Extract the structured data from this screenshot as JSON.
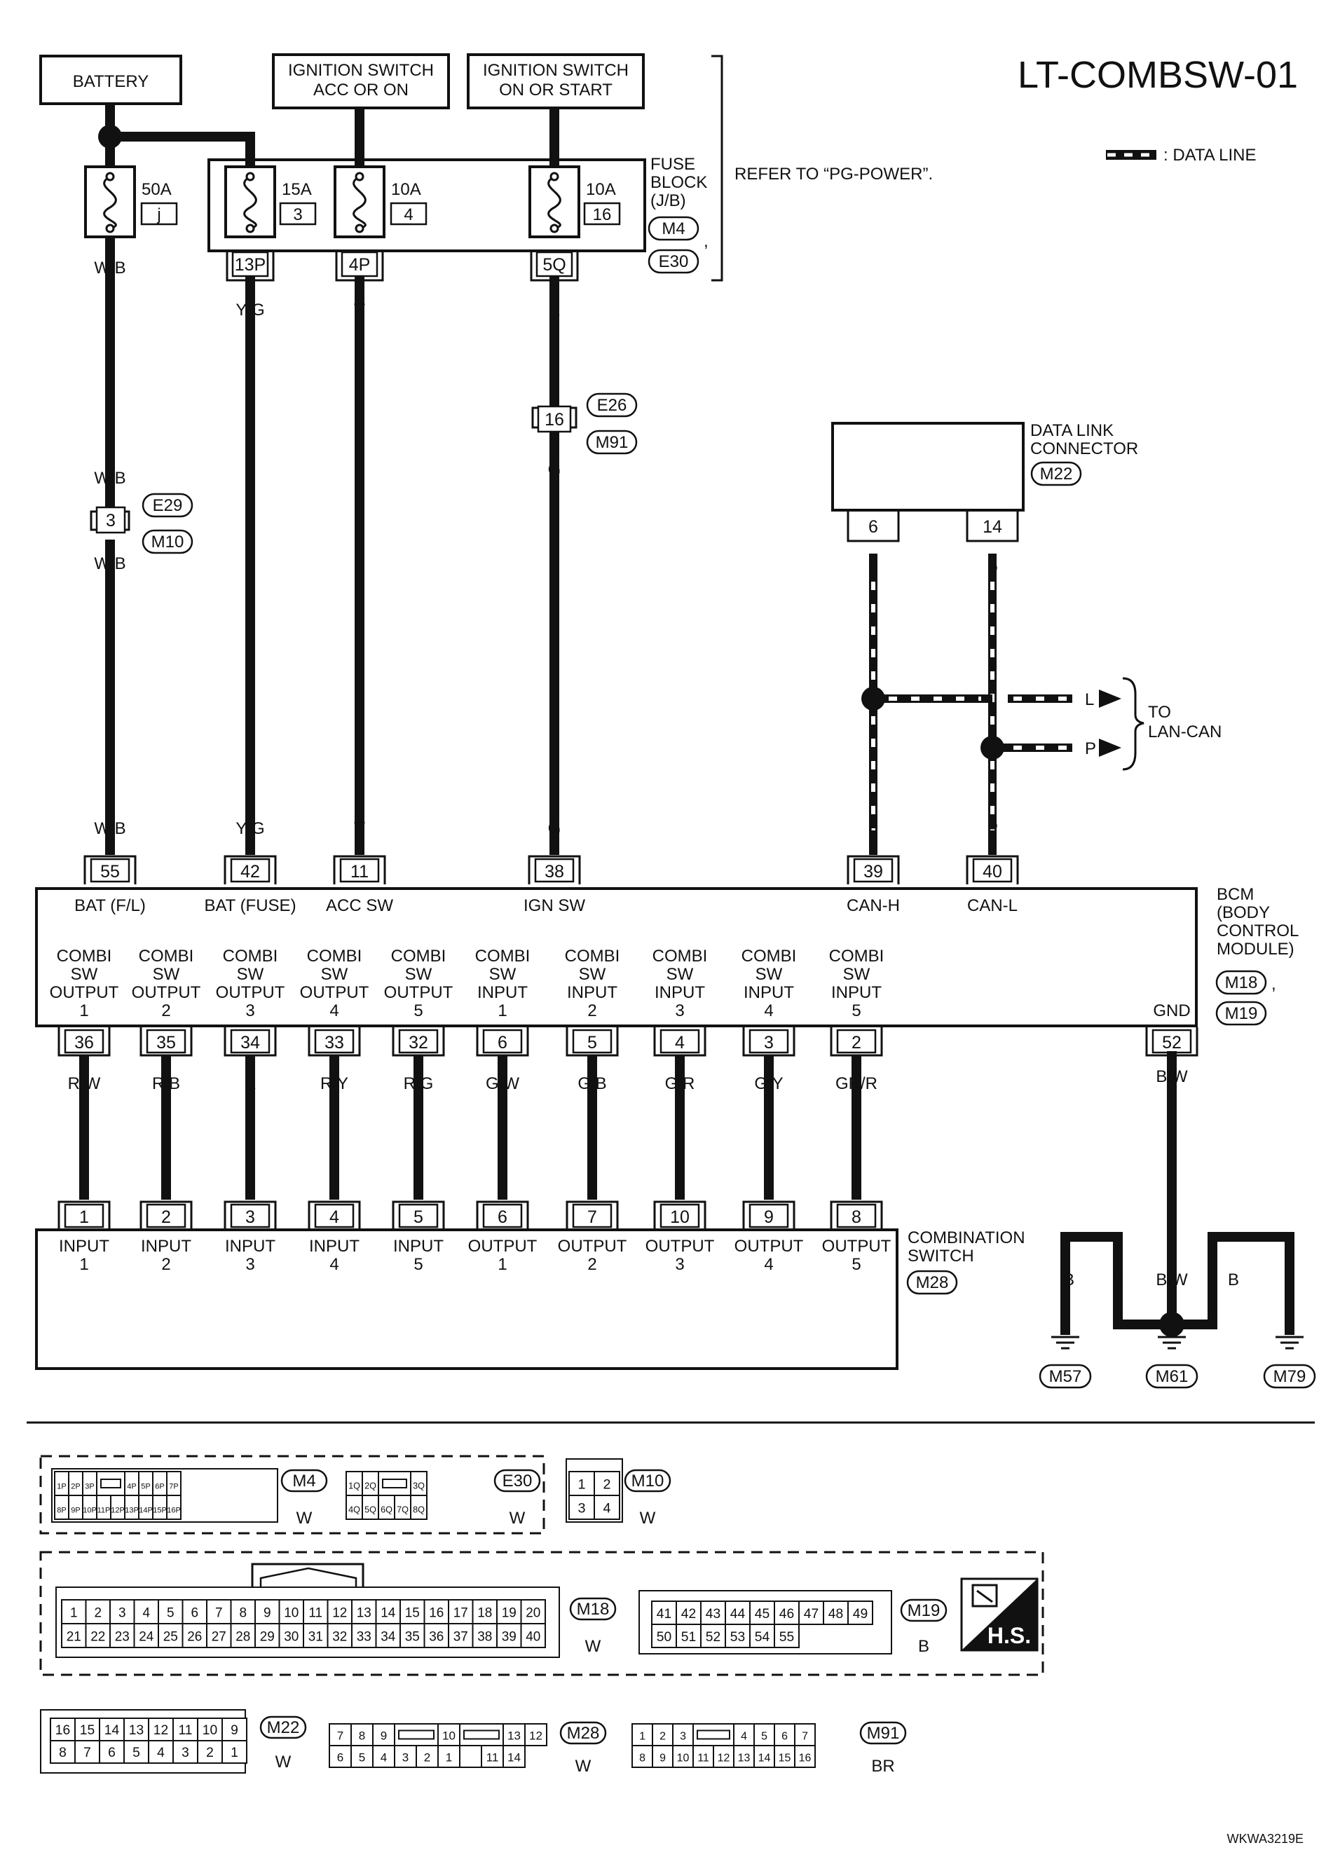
{
  "diagram_code": "LT-COMBSW-01",
  "legend": {
    "data_line": ": DATA LINE"
  },
  "sources": {
    "battery": "BATTERY",
    "ign_acc_1": "IGNITION SWITCH",
    "ign_acc_2": "ACC OR ON",
    "ign_on_1": "IGNITION SWITCH",
    "ign_on_2": "ON OR START"
  },
  "fuse_block": {
    "title_1": "FUSE",
    "title_2": "BLOCK",
    "title_3": "(J/B)",
    "conn_1": "M4",
    "conn_2": "E30",
    "refer": "REFER TO “PG-POWER”.",
    "fuses": [
      {
        "rating": "50A",
        "num": "j"
      },
      {
        "rating": "15A",
        "num": "3"
      },
      {
        "rating": "10A",
        "num": "4"
      },
      {
        "rating": "10A",
        "num": "16"
      }
    ],
    "terms": [
      "13P",
      "4P",
      "5Q"
    ]
  },
  "wires": {
    "w1a": "W/B",
    "w1b": "W/B",
    "w1c": "W/B",
    "w1d": "W/B",
    "w2a": "Y/G",
    "w2b": "Y/G",
    "w3a": "V",
    "w3b": "V",
    "w4a": "R",
    "w4b": "G",
    "w4c": "G",
    "can_h_top": "L",
    "can_h_bot": "L",
    "can_l_top": "P",
    "can_l_bot": "P",
    "to_l": "L",
    "to_p": "P",
    "gnd_bcm": "B/W",
    "gnd_1": "B",
    "gnd_2": "B",
    "gnd_3": "B/W",
    "gnd_4": "B",
    "gnd_5": "B"
  },
  "joints": {
    "j1_pin": "3",
    "j1_c1": "E29",
    "j1_c2": "M10",
    "j2_pin": "16",
    "j2_c1": "E26",
    "j2_c2": "M91"
  },
  "dlc": {
    "title_1": "DATA LINK",
    "title_2": "CONNECTOR",
    "conn": "M22",
    "pin_h": "6",
    "pin_l": "14"
  },
  "to_lan": {
    "line1": "TO",
    "line2": "LAN-CAN"
  },
  "bcm": {
    "title_1": "BCM",
    "title_2": "(BODY",
    "title_3": "CONTROL",
    "title_4": "MODULE)",
    "conn_1": "M18",
    "conn_2": "M19",
    "top_pins": [
      {
        "pin": "55",
        "label": "BAT (F/L)"
      },
      {
        "pin": "42",
        "label": "BAT (FUSE)"
      },
      {
        "pin": "11",
        "label": "ACC SW"
      },
      {
        "pin": "38",
        "label": "IGN SW"
      },
      {
        "pin": "39",
        "label": "CAN-H"
      },
      {
        "pin": "40",
        "label": "CAN-L"
      }
    ],
    "gnd_label": "GND",
    "gnd_pin": "52",
    "bottom": [
      {
        "l1": "COMBI",
        "l2": "SW",
        "l3": "OUTPUT",
        "l4": "1",
        "pin": "36",
        "wire": "R/W"
      },
      {
        "l1": "COMBI",
        "l2": "SW",
        "l3": "OUTPUT",
        "l4": "2",
        "pin": "35",
        "wire": "R/B"
      },
      {
        "l1": "COMBI",
        "l2": "SW",
        "l3": "OUTPUT",
        "l4": "3",
        "pin": "34",
        "wire": "R"
      },
      {
        "l1": "COMBI",
        "l2": "SW",
        "l3": "OUTPUT",
        "l4": "4",
        "pin": "33",
        "wire": "R/Y"
      },
      {
        "l1": "COMBI",
        "l2": "SW",
        "l3": "OUTPUT",
        "l4": "5",
        "pin": "32",
        "wire": "R/G"
      },
      {
        "l1": "COMBI",
        "l2": "SW",
        "l3": "INPUT",
        "l4": "1",
        "pin": "6",
        "wire": "G/W"
      },
      {
        "l1": "COMBI",
        "l2": "SW",
        "l3": "INPUT",
        "l4": "2",
        "pin": "5",
        "wire": "G/B"
      },
      {
        "l1": "COMBI",
        "l2": "SW",
        "l3": "INPUT",
        "l4": "3",
        "pin": "4",
        "wire": "G/R"
      },
      {
        "l1": "COMBI",
        "l2": "SW",
        "l3": "INPUT",
        "l4": "4",
        "pin": "3",
        "wire": "G/Y"
      },
      {
        "l1": "COMBI",
        "l2": "SW",
        "l3": "INPUT",
        "l4": "5",
        "pin": "2",
        "wire": "GR/R"
      }
    ]
  },
  "combi": {
    "title_1": "COMBINATION",
    "title_2": "SWITCH",
    "conn": "M28",
    "pins": [
      {
        "pin": "1",
        "l1": "INPUT",
        "l2": "1"
      },
      {
        "pin": "2",
        "l1": "INPUT",
        "l2": "2"
      },
      {
        "pin": "3",
        "l1": "INPUT",
        "l2": "3"
      },
      {
        "pin": "4",
        "l1": "INPUT",
        "l2": "4"
      },
      {
        "pin": "5",
        "l1": "INPUT",
        "l2": "5"
      },
      {
        "pin": "6",
        "l1": "OUTPUT",
        "l2": "1"
      },
      {
        "pin": "7",
        "l1": "OUTPUT",
        "l2": "2"
      },
      {
        "pin": "10",
        "l1": "OUTPUT",
        "l2": "3"
      },
      {
        "pin": "9",
        "l1": "OUTPUT",
        "l2": "4"
      },
      {
        "pin": "8",
        "l1": "OUTPUT",
        "l2": "5"
      }
    ]
  },
  "grounds": [
    "M57",
    "M61",
    "M79"
  ],
  "connectors": {
    "m4": {
      "id": "M4",
      "color": "W",
      "row1": [
        "1P",
        "2P",
        "3P",
        "",
        "4P",
        "5P",
        "6P",
        "7P"
      ],
      "row2": [
        "8P",
        "9P",
        "10P",
        "11P",
        "12P",
        "13P",
        "14P",
        "15P",
        "16P"
      ]
    },
    "e30": {
      "id": "E30",
      "color": "W",
      "row1": [
        "1Q",
        "2Q",
        "",
        "3Q"
      ],
      "row2": [
        "4Q",
        "5Q",
        "6Q",
        "7Q",
        "8Q"
      ]
    },
    "m10": {
      "id": "M10",
      "color": "W",
      "row1": [
        "1",
        "2"
      ],
      "row2": [
        "3",
        "4"
      ]
    },
    "m18": {
      "id": "M18",
      "color": "W",
      "row1": [
        "1",
        "2",
        "3",
        "4",
        "5",
        "6",
        "7",
        "8",
        "9",
        "10",
        "11",
        "12",
        "13",
        "14",
        "15",
        "16",
        "17",
        "18",
        "19",
        "20"
      ],
      "row2": [
        "21",
        "22",
        "23",
        "24",
        "25",
        "26",
        "27",
        "28",
        "29",
        "30",
        "31",
        "32",
        "33",
        "34",
        "35",
        "36",
        "37",
        "38",
        "39",
        "40"
      ]
    },
    "m19": {
      "id": "M19",
      "color": "B",
      "row1": [
        "41",
        "42",
        "43",
        "44",
        "45",
        "46",
        "47",
        "48",
        "49"
      ],
      "row2": [
        "50",
        "51",
        "52",
        "53",
        "54",
        "55"
      ]
    },
    "m22": {
      "id": "M22",
      "color": "W",
      "row1": [
        "16",
        "15",
        "14",
        "13",
        "12",
        "11",
        "10",
        "9"
      ],
      "row2": [
        "8",
        "7",
        "6",
        "5",
        "4",
        "3",
        "2",
        "1"
      ]
    },
    "m28": {
      "id": "M28",
      "color": "W",
      "row1": [
        "7",
        "8",
        "9",
        "",
        "10",
        "",
        "13",
        "12"
      ],
      "row2": [
        "6",
        "5",
        "4",
        "3",
        "2",
        "1",
        "",
        "11",
        "14"
      ]
    },
    "m91": {
      "id": "M91",
      "color": "BR",
      "row1": [
        "1",
        "2",
        "3",
        "",
        "4",
        "5",
        "6",
        "7"
      ],
      "row2": [
        "8",
        "9",
        "10",
        "11",
        "12",
        "13",
        "14",
        "15",
        "16"
      ]
    }
  },
  "hs_label": "H.S.",
  "figure_code": "WKWA3219E"
}
